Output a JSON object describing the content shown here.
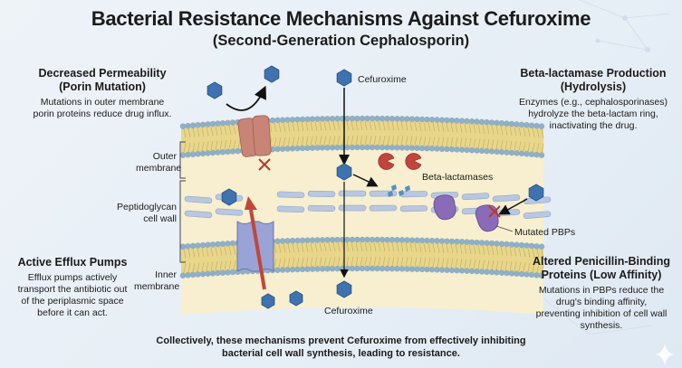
{
  "header": {
    "title": "Bacterial Resistance Mechanisms Against Cefuroxime",
    "subtitle": "(Second-Generation Cephalosporin)"
  },
  "panels": {
    "permeability": {
      "title_line1": "Decreased Permeability",
      "title_line2": "(Porin Mutation)",
      "desc_line1": "Mutations in outer membrane",
      "desc_line2": "porin proteins reduce drug influx."
    },
    "beta_lactamase": {
      "title_line1": "Beta-lactamase Production",
      "title_line2": "(Hydrolysis)",
      "desc_line1": "Enzymes (e.g., cephalosporinases)",
      "desc_line2": "hydrolyze the beta-lactam ring,",
      "desc_line3": "inactivating the drug."
    },
    "efflux": {
      "title": "Active Efflux Pumps",
      "desc_line1": "Efflux pumps actively",
      "desc_line2": "transport the antibiotic out",
      "desc_line3": "of the periplasmic space",
      "desc_line4": "before it can act."
    },
    "pbp": {
      "title_line1": "Altered Penicillin-Binding",
      "title_line2": "Proteins (Low Affinity)",
      "desc_line1": "Mutations in PBPs reduce the",
      "desc_line2": "drug's binding affinity,",
      "desc_line3": "preventing inhibition of cell wall",
      "desc_line4": "synthesis."
    }
  },
  "layer_labels": {
    "outer_line1": "Outer",
    "outer_line2": "membrane",
    "pg_line1": "Peptidoglycan",
    "pg_line2": "cell wall",
    "inner_line1": "Inner",
    "inner_line2": "membrane"
  },
  "diagram_labels": {
    "cefuroxime_top": "Cefuroxime",
    "cefuroxime_bottom": "Cefuroxime",
    "beta_lactamases": "Beta-lactamases",
    "mutated_pbps": "Mutated PBPs"
  },
  "footer": {
    "line1": "Collectively, these mechanisms prevent Cefuroxime from effectively inhibiting",
    "line2": "bacterial cell wall synthesis, leading to resistance."
  },
  "colors": {
    "drug": "#3f73b0",
    "porin": "#c98478",
    "efflux_pump": "#9aa3d6",
    "efflux_arrow": "#c0473a",
    "beta_lactamase": "#c0453c",
    "pbp": "#8a6bb8",
    "block_x": "#b53a30",
    "lipid_head": "#8fb0c8",
    "lipid_tail": "#e8d68a",
    "periplasm": "#f7efcf"
  }
}
